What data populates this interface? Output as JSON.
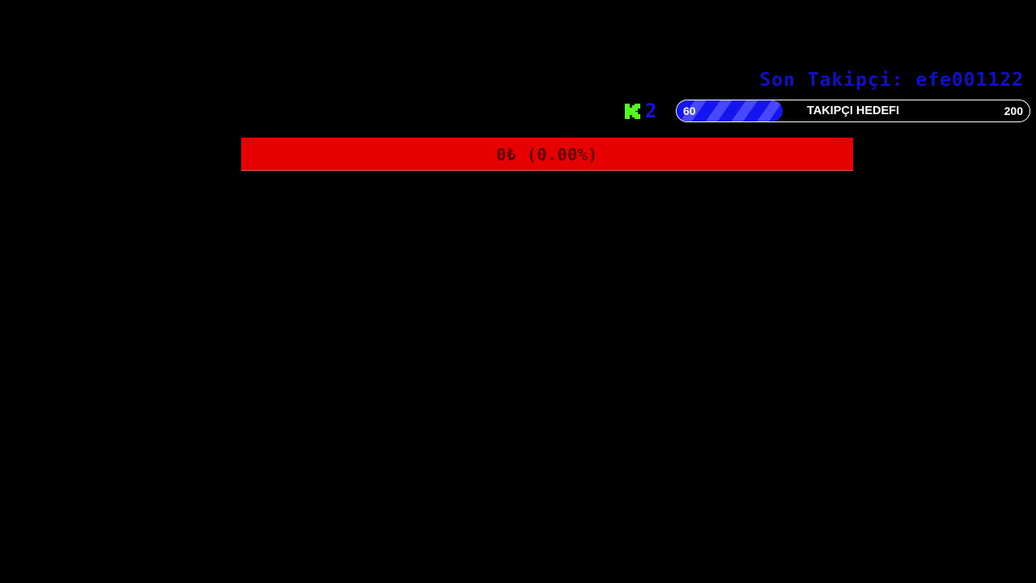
{
  "last_follower": {
    "text": "Son Takipçi: efe001122"
  },
  "kick": {
    "icon": "kick-logo-icon",
    "count": "2",
    "colors": {
      "logo": "#53fc18",
      "count": "#1414e6"
    }
  },
  "follower_goal": {
    "current": "60",
    "title": "TAKIPÇI HEDEFI",
    "target": "200",
    "progress_fraction": 0.3,
    "colors": {
      "fill": "#1414f0",
      "stripe": "#4848ff",
      "border": "#ffffff"
    }
  },
  "donation_goal": {
    "text": "0₺ (0.00%)",
    "colors": {
      "bar": "#e60000",
      "text": "#5a0000"
    }
  },
  "colors": {
    "background": "#000000",
    "last_follower_text": "#1010c8"
  }
}
